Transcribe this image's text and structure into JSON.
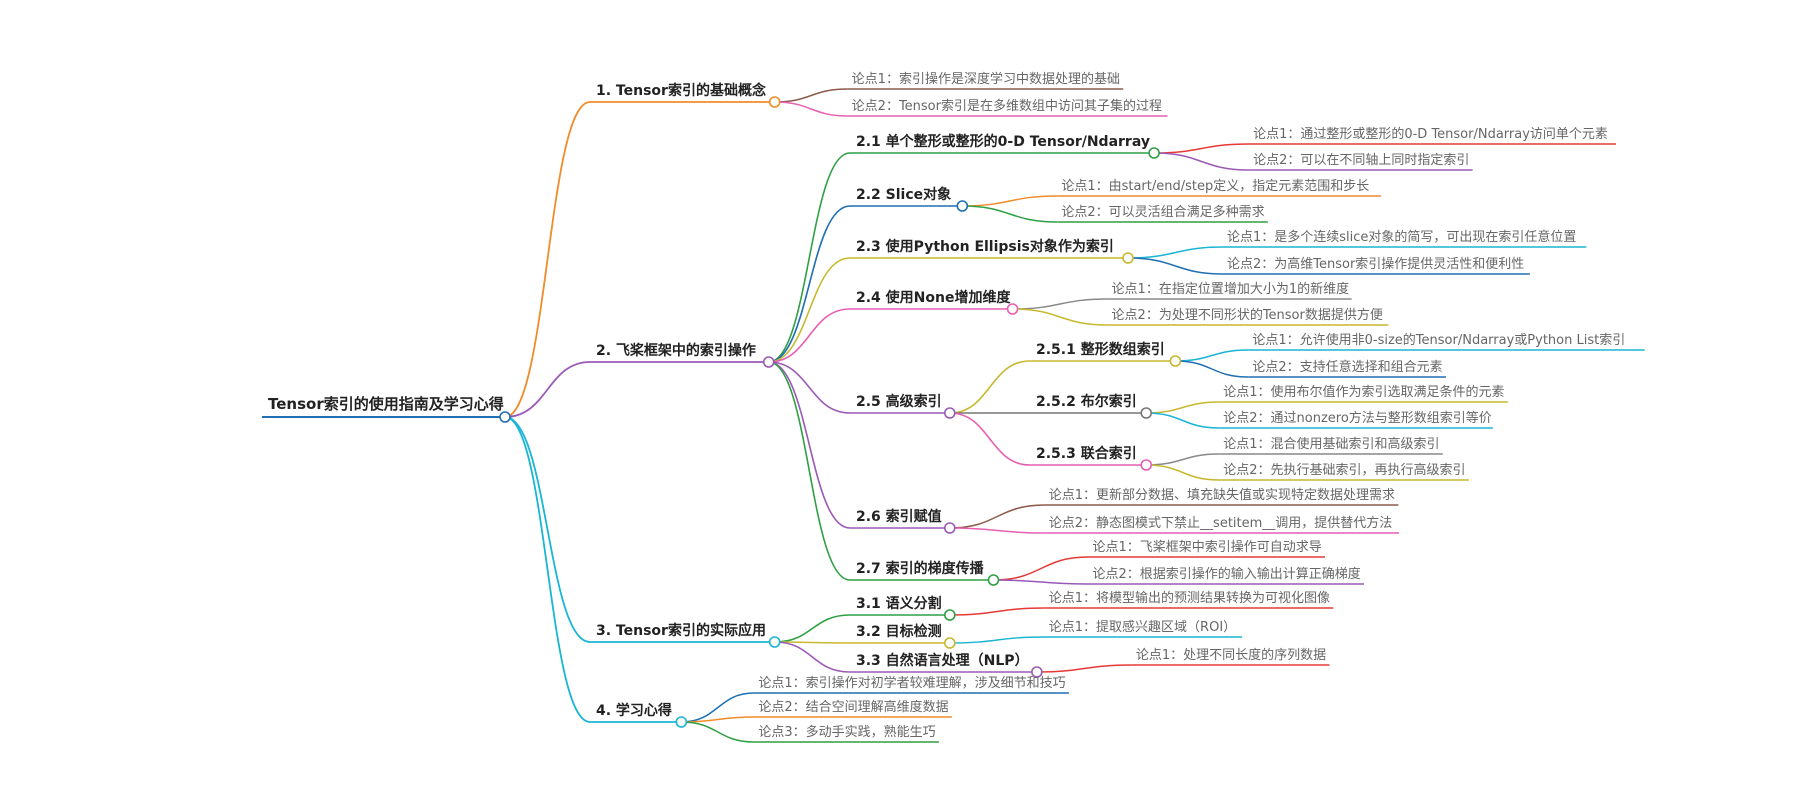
{
  "mindmap": {
    "root": {
      "label": "Tensor索引的使用指南及学习心得"
    },
    "branches": [
      {
        "label": "1. Tensor索引的基础概念",
        "color": "#f08c2a",
        "leaves": [
          {
            "label": "论点1：索引操作是深度学习中数据处理的基础",
            "color": "#8b5a4a"
          },
          {
            "label": "论点2：Tensor索引是在多维数组中访问其子集的过程",
            "color": "#e75fb0"
          }
        ]
      },
      {
        "label": "2. 飞桨框架中的索引操作",
        "color": "#9b59b6",
        "subs": [
          {
            "label": "2.1 单个整形或整形的0-D Tensor/Ndarray",
            "color": "#2ea043",
            "leaves": [
              {
                "label": "论点1：通过整形或整形的0-D Tensor/Ndarray访问单个元素",
                "color": "#e53935"
              },
              {
                "label": "论点2：可以在不同轴上同时指定索引",
                "color": "#9b59b6"
              }
            ]
          },
          {
            "label": "2.2 Slice对象",
            "color": "#1f6fb2",
            "leaves": [
              {
                "label": "论点1：由start/end/step定义，指定元素范围和步长",
                "color": "#f08c2a"
              },
              {
                "label": "论点2：可以灵活组合满足多种需求",
                "color": "#2ea043"
              }
            ]
          },
          {
            "label": "2.3 使用Python Ellipsis对象作为索引",
            "color": "#c7b82e",
            "leaves": [
              {
                "label": "论点1：是多个连续slice对象的简写，可出现在索引任意位置",
                "color": "#19b5d4"
              },
              {
                "label": "论点2：为高维Tensor索引操作提供灵活性和便利性",
                "color": "#1f6fb2"
              }
            ]
          },
          {
            "label": "2.4 使用None增加维度",
            "color": "#e75fb0",
            "leaves": [
              {
                "label": "论点1：在指定位置增加大小为1的新维度",
                "color": "#888888"
              },
              {
                "label": "论点2：为处理不同形状的Tensor数据提供方便",
                "color": "#c7b82e"
              }
            ]
          },
          {
            "label": "2.5 高级索引",
            "color": "#9b59b6",
            "subs": [
              {
                "label": "2.5.1 整形数组索引",
                "color": "#c7b82e",
                "leaves": [
                  {
                    "label": "论点1：允许使用非0-size的Tensor/Ndarray或Python List索引",
                    "color": "#19b5d4"
                  },
                  {
                    "label": "论点2：支持任意选择和组合元素",
                    "color": "#1f6fb2"
                  }
                ]
              },
              {
                "label": "2.5.2 布尔索引",
                "color": "#777777",
                "leaves": [
                  {
                    "label": "论点1：使用布尔值作为索引选取满足条件的元素",
                    "color": "#c7b82e"
                  },
                  {
                    "label": "论点2：通过nonzero方法与整形数组索引等价",
                    "color": "#19b5d4"
                  }
                ]
              },
              {
                "label": "2.5.3 联合索引",
                "color": "#e75fb0",
                "leaves": [
                  {
                    "label": "论点1：混合使用基础索引和高级索引",
                    "color": "#888888"
                  },
                  {
                    "label": "论点2：先执行基础索引，再执行高级索引",
                    "color": "#c7b82e"
                  }
                ]
              }
            ]
          },
          {
            "label": "2.6 索引赋值",
            "color": "#9b59b6",
            "leaves": [
              {
                "label": "论点1：更新部分数据、填充缺失值或实现特定数据处理需求",
                "color": "#8b5a4a"
              },
              {
                "label": "论点2：静态图模式下禁止__setitem__调用，提供替代方法",
                "color": "#e75fb0"
              }
            ]
          },
          {
            "label": "2.7 索引的梯度传播",
            "color": "#2ea043",
            "leaves": [
              {
                "label": "论点1：飞桨框架中索引操作可自动求导",
                "color": "#e53935"
              },
              {
                "label": "论点2：根据索引操作的输入输出计算正确梯度",
                "color": "#9b59b6"
              }
            ]
          }
        ]
      },
      {
        "label": "3. Tensor索引的实际应用",
        "color": "#19b5d4",
        "subs": [
          {
            "label": "3.1 语义分割",
            "color": "#2ea043",
            "leaves": [
              {
                "label": "论点1：将模型输出的预测结果转换为可视化图像",
                "color": "#e53935"
              }
            ]
          },
          {
            "label": "3.2 目标检测",
            "color": "#c7b82e",
            "leaves": [
              {
                "label": "论点1：提取感兴趣区域（ROI）",
                "color": "#19b5d4"
              }
            ]
          },
          {
            "label": "3.3 自然语言处理（NLP）",
            "color": "#9b59b6",
            "leaves": [
              {
                "label": "论点1：处理不同长度的序列数据",
                "color": "#e53935"
              }
            ]
          }
        ]
      },
      {
        "label": "4. 学习心得",
        "color": "#19b5d4",
        "leaves": [
          {
            "label": "论点1：索引操作对初学者较难理解，涉及细节和技巧",
            "color": "#1f6fb2"
          },
          {
            "label": "论点2：结合空间理解高维度数据",
            "color": "#f08c2a"
          },
          {
            "label": "论点3：多动手实践，熟能生巧",
            "color": "#2ea043"
          }
        ]
      }
    ]
  }
}
